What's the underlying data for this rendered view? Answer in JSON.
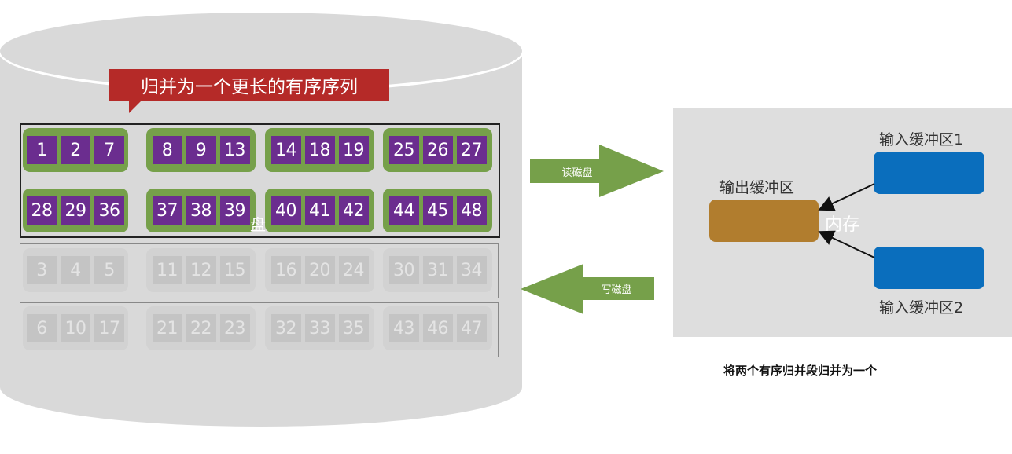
{
  "callout": "归并为一个更长的有序序列",
  "hidden_char": "盘",
  "rows": [
    [
      [
        "1",
        "2",
        "7"
      ],
      [
        "8",
        "9",
        "13"
      ],
      [
        "14",
        "18",
        "19"
      ],
      [
        "25",
        "26",
        "27"
      ]
    ],
    [
      [
        "28",
        "29",
        "36"
      ],
      [
        "37",
        "38",
        "39"
      ],
      [
        "40",
        "41",
        "42"
      ],
      [
        "44",
        "45",
        "48"
      ]
    ],
    [
      [
        "3",
        "4",
        "5"
      ],
      [
        "11",
        "12",
        "15"
      ],
      [
        "16",
        "20",
        "24"
      ],
      [
        "30",
        "31",
        "34"
      ]
    ],
    [
      [
        "6",
        "10",
        "17"
      ],
      [
        "21",
        "22",
        "23"
      ],
      [
        "32",
        "33",
        "35"
      ],
      [
        "43",
        "46",
        "47"
      ]
    ]
  ],
  "arrows": {
    "read": "读磁盘",
    "write": "写磁盘"
  },
  "memory": {
    "label": "内存",
    "output_buffer": "输出缓冲区",
    "input_buffer_1": "输入缓冲区1",
    "input_buffer_2": "输入缓冲区2"
  },
  "caption": "将两个有序归并段归并为一个",
  "colors": {
    "cell": "#6b2d8f",
    "group": "#76a04a",
    "callout": "#b52a28",
    "arrow": "#76a04a",
    "input_buffer": "#0a6ebd",
    "output_buffer": "#b17d2e"
  }
}
